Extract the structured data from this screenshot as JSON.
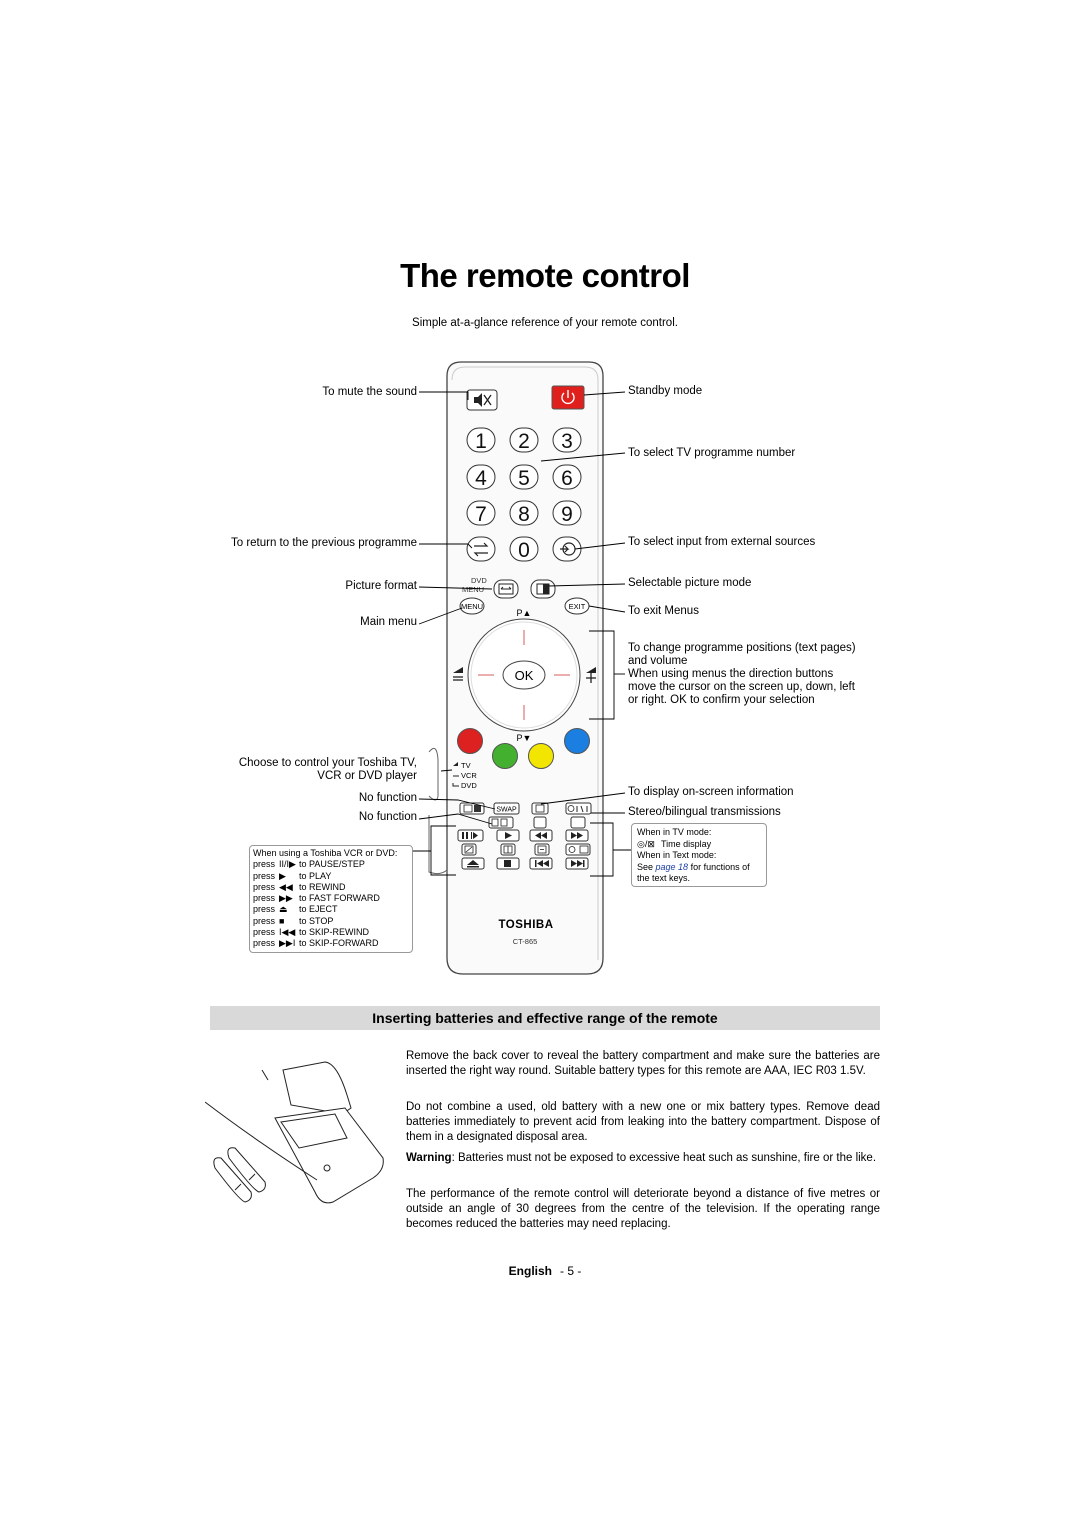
{
  "page": {
    "title": "The remote control",
    "subtitle": "Simple at-a-glance reference of your remote control."
  },
  "labels": {
    "mute": "To mute the sound",
    "standby": "Standby mode",
    "select_programme": "To select TV programme number",
    "prev_programme": "To return to the previous programme",
    "external_input": "To select input from external sources",
    "picture_format": "Picture format",
    "picture_mode": "Selectable picture mode",
    "exit_menus": "To exit Menus",
    "main_menu": "Main menu",
    "direction_1": "To change programme positions (text pages)",
    "direction_2": "and volume",
    "direction_3": "When using menus the direction buttons",
    "direction_4": "move the cursor on the screen up, down, left",
    "direction_5": "or right. OK to confirm your selection",
    "choose_device_1": "Choose to control your Toshiba TV,",
    "choose_device_2": "VCR or DVD player",
    "no_function_1": "No function",
    "no_function_2": "No function",
    "on_screen_info": "To display on-screen information",
    "stereo": "Stereo/bilingual transmissions"
  },
  "remote": {
    "keys": [
      "1",
      "2",
      "3",
      "4",
      "5",
      "6",
      "7",
      "8",
      "9",
      "0"
    ],
    "ok": "OK",
    "dvd_menu_1": "DVD",
    "dvd_menu_2": "MENU",
    "menu": "MENU",
    "exit": "EXIT",
    "p_up": "P▲",
    "p_down": "P▼",
    "tv": "TV",
    "vcr": "VCR",
    "dvd": "DVD",
    "swap": "SWAP",
    "brand": "TOSHIBA",
    "model": "CT-865",
    "color_keys": [
      "#dd2020",
      "#44b030",
      "#f2e600",
      "#1a7fe0"
    ],
    "standby_color": "#e0201c"
  },
  "vcr_box": {
    "heading": "When using a Toshiba VCR or DVD:",
    "press": "press",
    "rows": [
      {
        "icon": "pause-step-icon",
        "symbol": "II/I▶",
        "action": "to PAUSE/STEP"
      },
      {
        "icon": "play-icon",
        "symbol": "▶",
        "action": "to PLAY"
      },
      {
        "icon": "rewind-icon",
        "symbol": "◀◀",
        "action": "to REWIND"
      },
      {
        "icon": "fast-forward-icon",
        "symbol": "▶▶",
        "action": "to FAST FORWARD"
      },
      {
        "icon": "eject-icon",
        "symbol": "⏏",
        "action": "to EJECT"
      },
      {
        "icon": "stop-icon",
        "symbol": "■",
        "action": "to STOP"
      },
      {
        "icon": "skip-rewind-icon",
        "symbol": "I◀◀",
        "action": "to SKIP-REWIND"
      },
      {
        "icon": "skip-forward-icon",
        "symbol": "▶▶I",
        "action": "to SKIP-FORWARD"
      }
    ]
  },
  "tv_box": {
    "line1": "When in TV mode:",
    "line2": "Time display",
    "line3": "When in Text mode:",
    "line4_pre": "See ",
    "line4_link": "page 18",
    "line4_post": " for functions of",
    "line5": "the text keys."
  },
  "section": {
    "heading": "Inserting batteries and effective range of the remote",
    "para1": "Remove the back cover to reveal the battery compartment and make sure the batteries are inserted the right way round. Suitable battery types for this remote are AAA, IEC R03 1.5V.",
    "para2": "Do not combine a used, old battery with a new one or mix battery types. Remove dead batteries immediately to prevent acid from leaking into the battery compartment. Dispose of them in a designated disposal area.",
    "warning_label": "Warning",
    "warning_text": ": Batteries must not be exposed to excessive heat such as sunshine, fire or the like.",
    "para4": "The performance of the remote control will deteriorate beyond a distance of five metres or outside an angle of 30 degrees from the centre of the television. If the operating range becomes reduced the batteries may need replacing."
  },
  "footer": {
    "language": "English",
    "page": "- 5 -"
  }
}
